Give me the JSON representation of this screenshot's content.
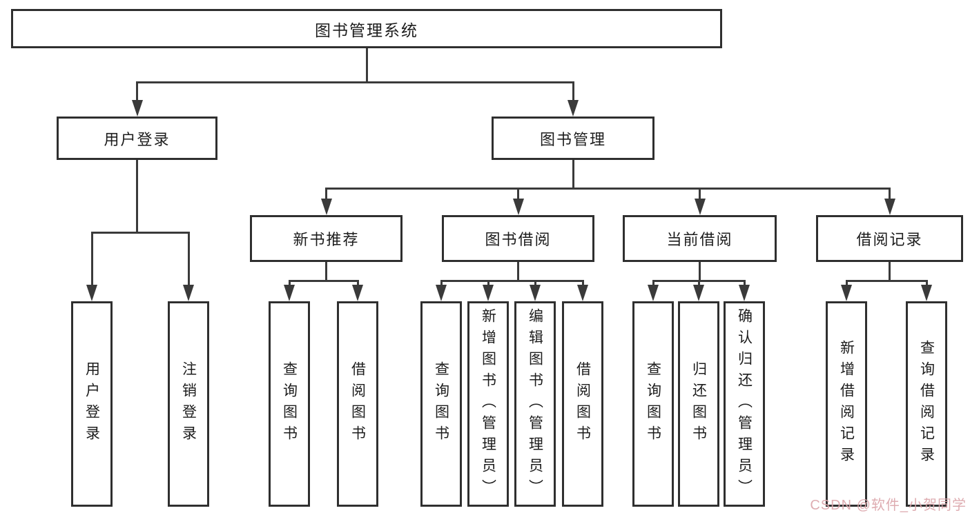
{
  "diagram_title": "图书管理系统",
  "nodes": {
    "root": "图书管理系统",
    "user_login": "用户登录",
    "book_mgmt": "图书管理",
    "new_book_rec": "新书推荐",
    "book_borrow": "图书借阅",
    "current_borrow": "当前借阅",
    "borrow_record": "借阅记录",
    "ul_login": "用户登录",
    "ul_logout": "注销登录",
    "nb_query_book": "查询图书",
    "nb_borrow_book": "借阅图书",
    "bb_query_book": "查询图书",
    "bb_add_book": "新增图书（管理员）",
    "bb_edit_book": "编辑图书（管理员）",
    "bb_borrow_book": "借阅图书",
    "cb_query_book": "查询图书",
    "cb_return_book": "归还图书",
    "cb_confirm_return": "确认归还（管理员）",
    "br_add_record": "新增借阅记录",
    "br_query_record": "查询借阅记录"
  },
  "watermark": "CSDN @软件_小贺同学",
  "colors": {
    "border": "#2f2f2f",
    "line": "#3a3a3a",
    "text": "#1c1c1c",
    "watermark": "#dca6ab",
    "background": "#ffffff"
  }
}
